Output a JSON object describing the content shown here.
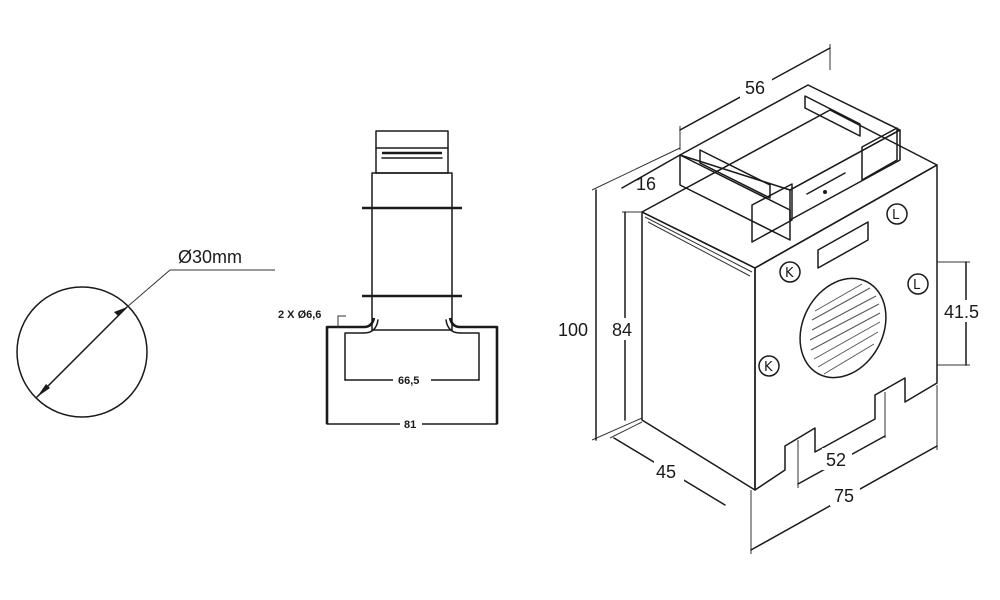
{
  "diameter_label": "Ø30mm",
  "side_view": {
    "hole_label": "2 X Ø6,6",
    "inner_width": "66,5",
    "outer_width": "81"
  },
  "iso_view": {
    "top_width": "56",
    "top_depth": "16",
    "total_height": "100",
    "body_height": "84",
    "side_height": "41.5",
    "depth": "45",
    "slot_width": "52",
    "front_width": "75"
  },
  "terminals": {
    "k": "K",
    "l": "L"
  },
  "colors": {
    "stroke": "#1a1a1a",
    "body_fill": "#f2f2f2",
    "side_fill": "#e2e2e2"
  }
}
